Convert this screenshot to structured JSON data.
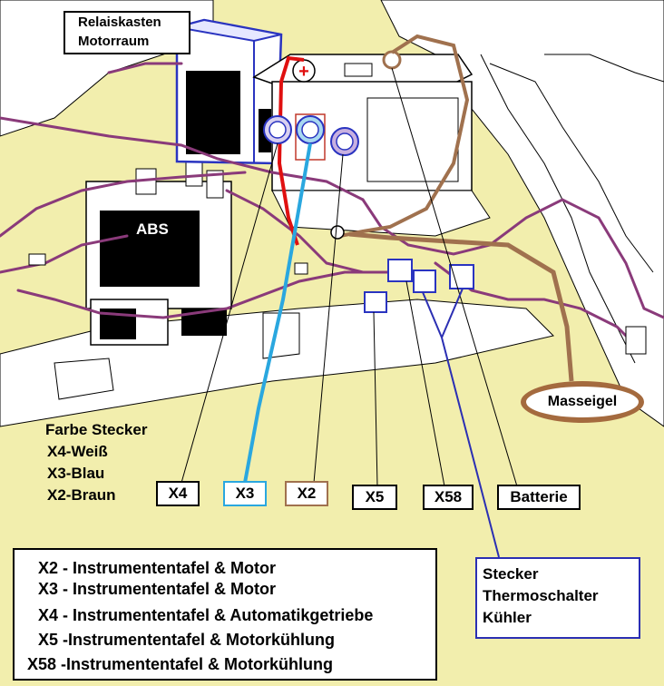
{
  "title_label": {
    "line1": "Relaiskasten",
    "line2": "Motorraum"
  },
  "abs_label": "ABS",
  "plus_symbol": "+",
  "connector_tags": {
    "x4": "X4",
    "x3": "X3",
    "x2": "X2",
    "x5": "X5",
    "x58": "X58",
    "battery": "Batterie"
  },
  "color_legend": {
    "heading": "Farbe Stecker",
    "x4": "X4-Weiß",
    "x3": "X3-Blau",
    "x2": "X2-Braun"
  },
  "descriptions": [
    "X2 - Instrumententafel & Motor",
    "X3 - Instrumententafel & Motor",
    "X4 - Instrumententafel & Automatikgetriebe",
    "X5 -Instrumententafel & Motorkühlung",
    "X58 -Instrumententafel & Motorkühlung"
  ],
  "thermo_label": {
    "line1": "Stecker",
    "line2": "Thermoschalter",
    "line3": "Kühler"
  },
  "ground_label": "Masseigel",
  "colors": {
    "background": "#f2eead",
    "wire_harness": "#8a3a7a",
    "wire_blue": "#2aa7df",
    "wire_brown": "#a0714e",
    "wire_red": "#e01010",
    "relay_box": "#2a34c0",
    "leader_blue": "#2b2fb3"
  }
}
